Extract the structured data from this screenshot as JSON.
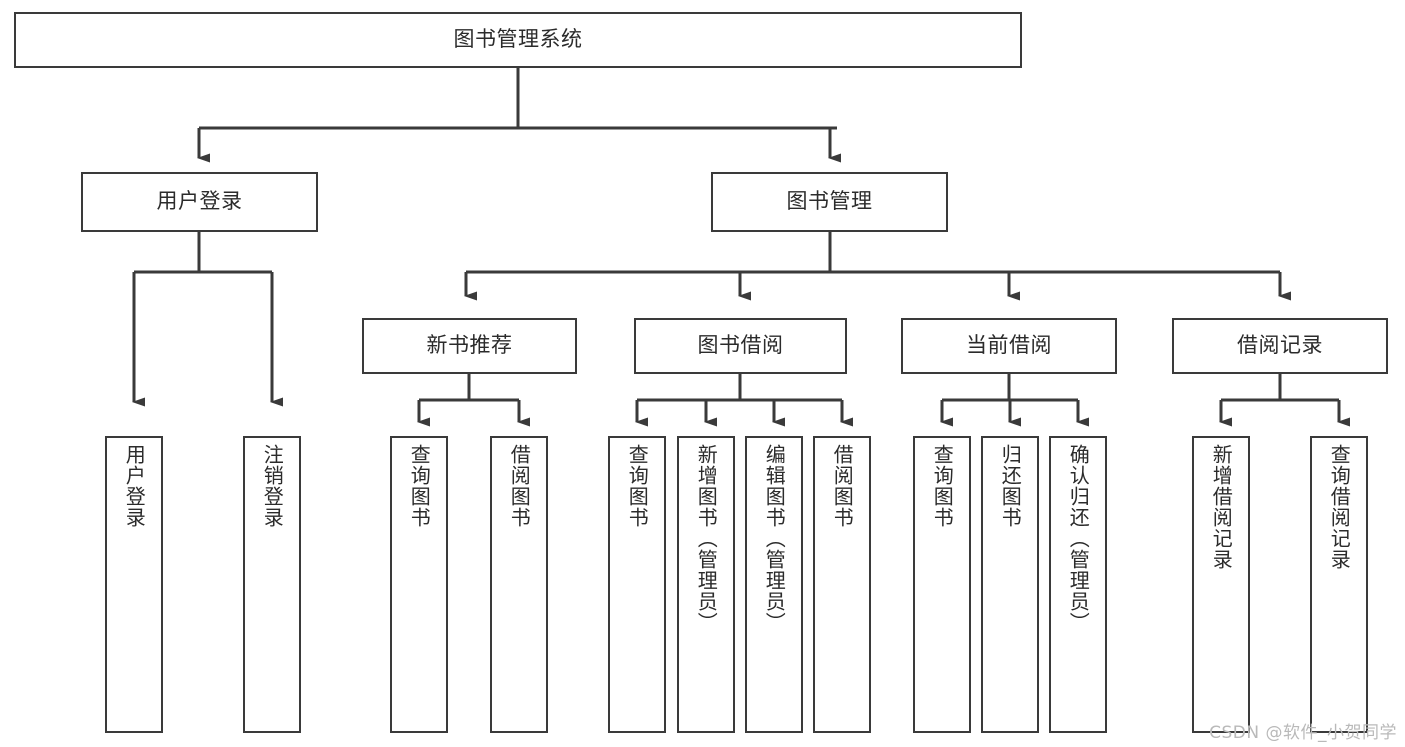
{
  "diagram": {
    "title": "图书管理系统",
    "type": "tree",
    "watermark": "CSDN @软件_小贺同学",
    "colors": {
      "background": "#ffffff",
      "node_border": "#3a3a3a",
      "node_fill": "#ffffff",
      "edge": "#3a3a3a",
      "text": "#2b2b2b",
      "watermark": "#b9b9b9"
    },
    "root": {
      "label": "图书管理系统"
    },
    "level2": [
      {
        "label": "用户登录"
      },
      {
        "label": "图书管理"
      }
    ],
    "level3": [
      {
        "label": "新书推荐"
      },
      {
        "label": "图书借阅"
      },
      {
        "label": "当前借阅"
      },
      {
        "label": "借阅记录"
      }
    ],
    "leaves": {
      "user_login": [
        {
          "label": "用户登录"
        },
        {
          "label": "注销登录"
        }
      ],
      "new_book_recommend": [
        {
          "label": "查询图书"
        },
        {
          "label": "借阅图书"
        }
      ],
      "book_borrow": [
        {
          "label": "查询图书"
        },
        {
          "label": "新增图书（管理员）"
        },
        {
          "label": "编辑图书（管理员）"
        },
        {
          "label": "借阅图书"
        }
      ],
      "current_borrow": [
        {
          "label": "查询图书"
        },
        {
          "label": "归还图书"
        },
        {
          "label": "确认归还（管理员）"
        }
      ],
      "borrow_record": [
        {
          "label": "新增借阅记录"
        },
        {
          "label": "查询借阅记录"
        }
      ]
    }
  }
}
